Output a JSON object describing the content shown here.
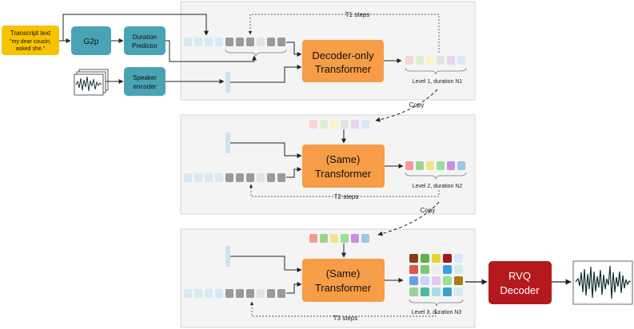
{
  "input": {
    "transcript_text": "Transcript text",
    "transcript_quote_1": "\"my dear cousin,",
    "transcript_quote_2": "asked she.\""
  },
  "blocks": {
    "g2p": "G2p",
    "duration_predictor_1": "Duration",
    "duration_predictor_2": "Predictor",
    "speaker_encoder_1": "Speaker",
    "speaker_encoder_2": "encoder",
    "decoder_only_1": "Decoder-only",
    "decoder_only_2": "Transformer",
    "same_1": "(Same)",
    "same_2": "Transformer",
    "rvq_1": "RVQ",
    "rvq_2": "Decoder"
  },
  "labels": {
    "t1_steps": "T1 steps",
    "t2_steps": "T2 steps",
    "t3_steps": "T3 steps",
    "copy_1": "Copy",
    "copy_2": "Copy",
    "level1": "Level 1, duration N1",
    "level2": "Level 2, duration N2",
    "level3": "Level 3, duration N3"
  },
  "colors": {
    "panel_bg": "#f4f4f4",
    "panel_border": "#d4d4d4",
    "transcript_fill": "#f7c300",
    "teal_block": "#4aa3b5",
    "transformer": "#f79d47",
    "rvq": "#b4191e",
    "phone_token": "#d7e9f2",
    "grey_token": "#9a9a9a",
    "embed_bar": "#cde4ee"
  }
}
